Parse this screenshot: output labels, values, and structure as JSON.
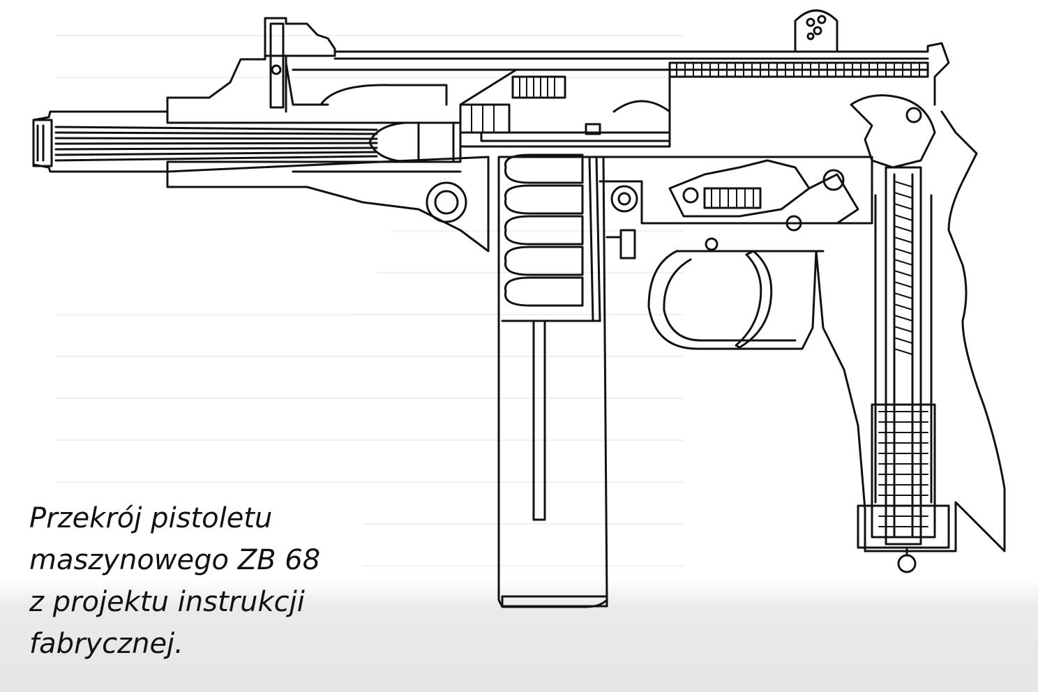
{
  "caption": {
    "lines": [
      "Przekrój pistoletu",
      "maszynowego ZB 68",
      "z projektu instrukcji",
      "fabrycznej."
    ]
  },
  "colors": {
    "ink": "#111111",
    "paper": "#ffffff",
    "bleed_through": "#bdbdbd"
  }
}
